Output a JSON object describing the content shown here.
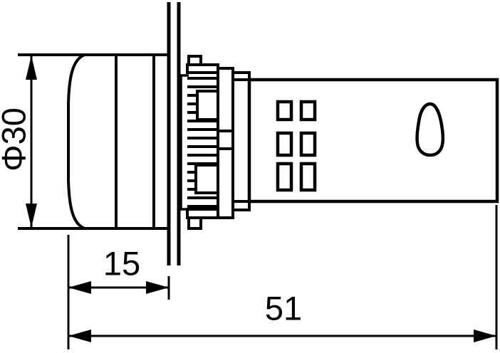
{
  "drawing": {
    "kind": "technical-drawing",
    "labels": {
      "diameter": "Φ30",
      "head_depth": "15",
      "total_depth": "51"
    },
    "colors": {
      "line": "#000000",
      "background": "#ffffff"
    }
  }
}
